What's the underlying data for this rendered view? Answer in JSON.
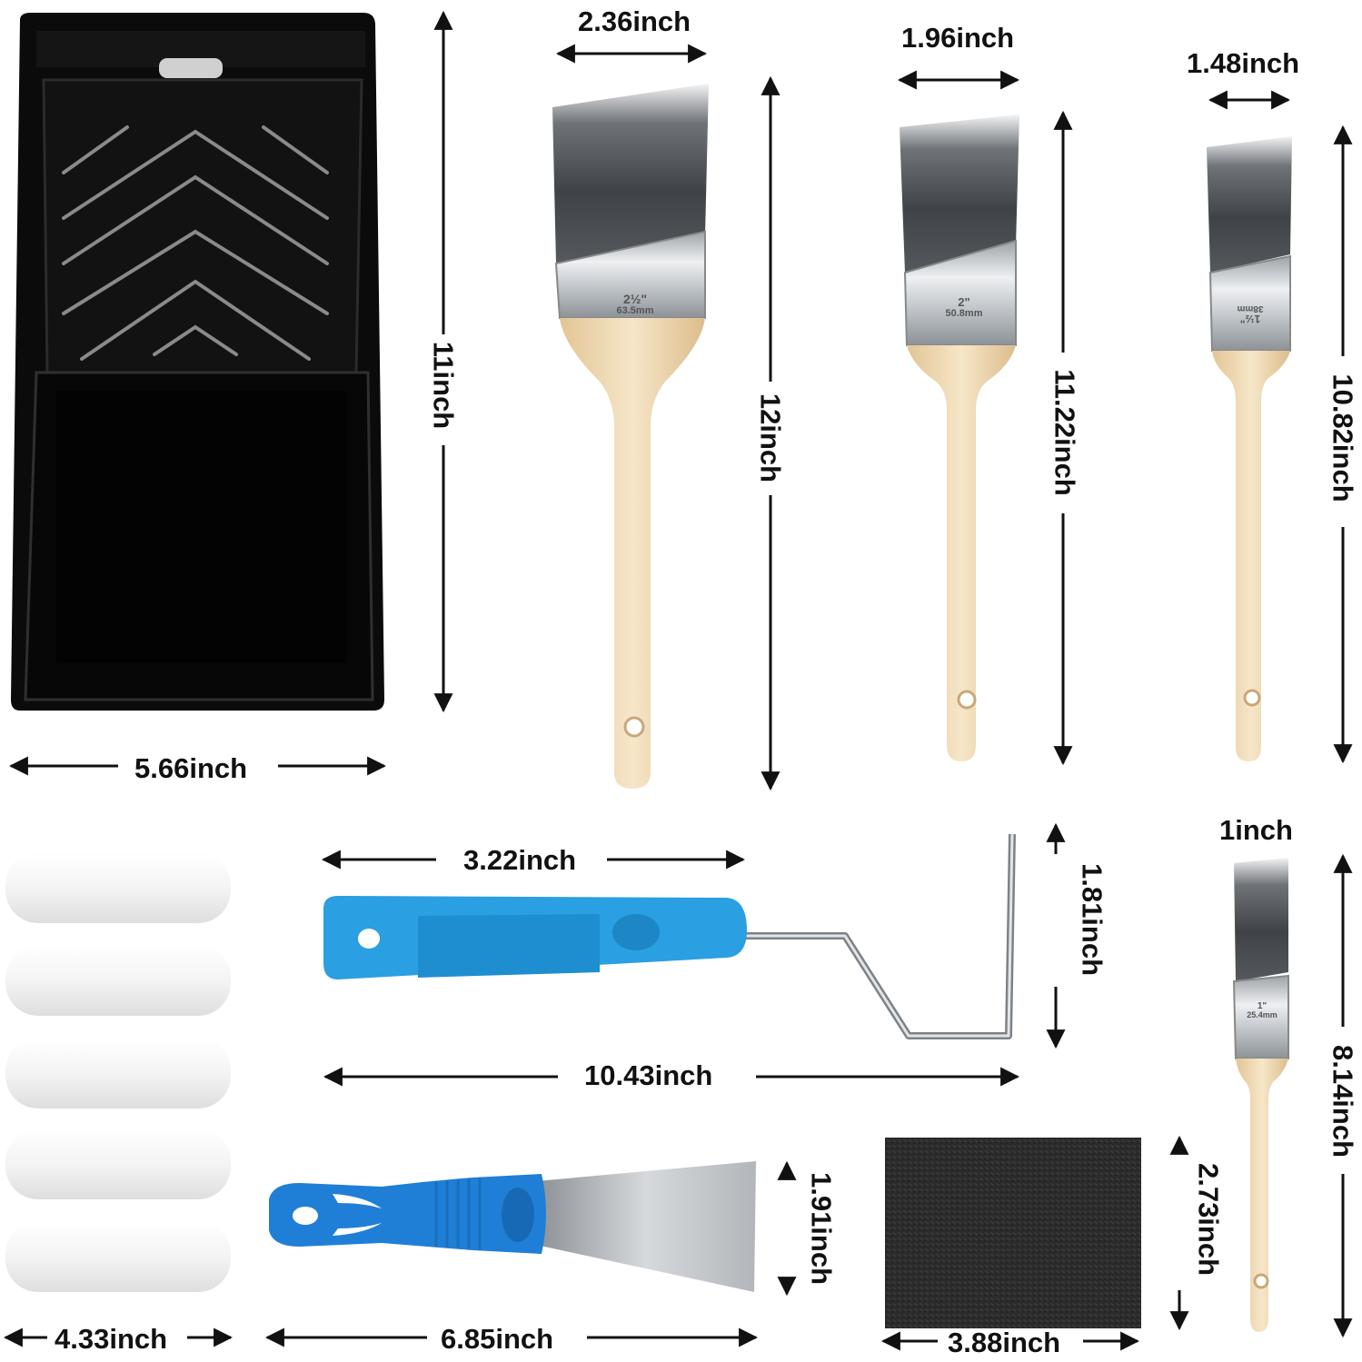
{
  "products": {
    "tray": {
      "width": "5.66inch",
      "height": "11inch"
    },
    "brush_large": {
      "width": "2.36inch",
      "height": "12inch",
      "stamp_size": "2½\"",
      "stamp_mm": "63.5mm"
    },
    "brush_medium": {
      "width": "1.96inch",
      "height": "11.22inch",
      "stamp_size": "2\"",
      "stamp_mm": "50.8mm"
    },
    "brush_small": {
      "width": "1.48inch",
      "height": "10.82inch",
      "stamp_size": "1½\"",
      "stamp_mm": "38mm"
    },
    "brush_mini": {
      "width": "1inch",
      "height": "8.14inch",
      "stamp_size": "1\"",
      "stamp_mm": "25.4mm"
    },
    "roller": {
      "handle_width": "3.22inch",
      "height": "1.81inch",
      "length": "10.43inch"
    },
    "roller_covers": {
      "count": 5,
      "width": "4.33inch"
    },
    "scraper": {
      "blade_width": "1.91inch",
      "length": "6.85inch"
    },
    "sanding_sponge": {
      "width": "3.88inch",
      "height": "2.73inch"
    }
  },
  "colors": {
    "tray": "#0b0b0b",
    "handle_wood": "#efd9b4",
    "ferrule": "#c9cdd1",
    "roller_handle": "#2a9fe2",
    "scraper_handle": "#1f7fd6",
    "sponge": "#2d2d2d",
    "bristle_dark": "#4a4d52",
    "bristle_tip": "#e9ecef"
  }
}
